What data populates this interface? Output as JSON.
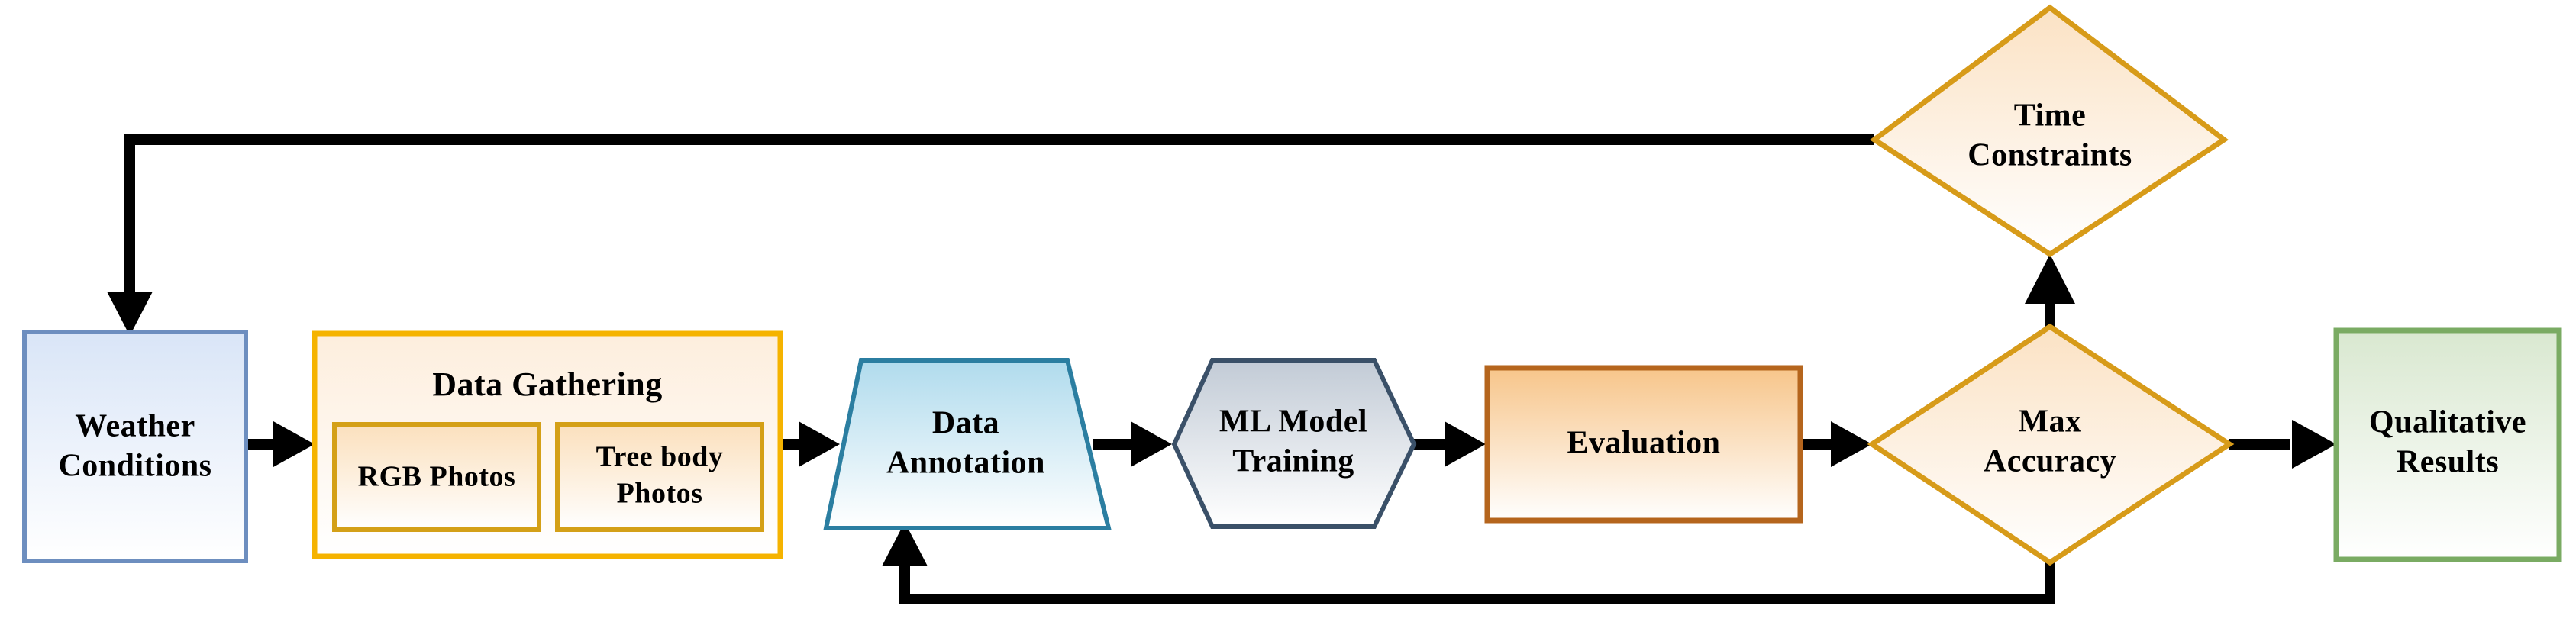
{
  "diagram": {
    "title": "Machine learning pipeline flowchart",
    "background": "#ffffff",
    "connector_color": "#000000"
  },
  "nodes": {
    "weather": {
      "label_line1": "Weather",
      "label_line2": "Conditions",
      "shape": "rectangle",
      "border_color": "#6d8ebf",
      "fill_top": "#d9e5f7",
      "fill_bottom": "#ffffff"
    },
    "data_gathering": {
      "label": "Data Gathering",
      "shape": "rectangle",
      "border_color": "#f5b300",
      "fill_top": "#fdeedd",
      "fill_bottom": "#ffffff",
      "children": [
        {
          "label_line1": "RGB Photos",
          "label_line2": "",
          "border_color": "#d4a017",
          "fill_top": "#fbe0bd",
          "fill_bottom": "#ffffff"
        },
        {
          "label_line1": "Tree body",
          "label_line2": "Photos",
          "border_color": "#d4a017",
          "fill_top": "#fbe0bd",
          "fill_bottom": "#ffffff"
        }
      ]
    },
    "data_annotation": {
      "label_line1": "Data",
      "label_line2": "Annotation",
      "shape": "trapezoid",
      "border_color": "#2b7ea1",
      "fill_top": "#b7ddee",
      "fill_bottom": "#ffffff"
    },
    "ml_model_training": {
      "label_line1": "ML Model",
      "label_line2": "Training",
      "shape": "hexagon",
      "border_color": "#3a5068",
      "fill_top": "#c2cbd6",
      "fill_bottom": "#ffffff"
    },
    "evaluation": {
      "label": "Evaluation",
      "shape": "rectangle",
      "border_color": "#b5651d",
      "fill_top": "#f7c58a",
      "fill_bottom": "#ffffff"
    },
    "max_accuracy": {
      "label_line1": "Max",
      "label_line2": "Accuracy",
      "shape": "diamond",
      "border_color": "#d79b19",
      "fill_top": "#fbe2c4",
      "fill_bottom": "#ffffff"
    },
    "time_constraints": {
      "label_line1": "Time",
      "label_line2": "Constraints",
      "shape": "diamond",
      "border_color": "#d79b19",
      "fill_top": "#fbe2c4",
      "fill_bottom": "#ffffff"
    },
    "qualitative_results": {
      "label_line1": "Qualitative",
      "label_line2": "Results",
      "shape": "rectangle",
      "border_color": "#7aab63",
      "fill_top": "#d9e8d0",
      "fill_bottom": "#ffffff"
    }
  },
  "edges": [
    {
      "from": "weather",
      "to": "data_gathering",
      "kind": "straight-right"
    },
    {
      "from": "data_gathering",
      "to": "data_annotation",
      "kind": "straight-right"
    },
    {
      "from": "data_annotation",
      "to": "ml_model_training",
      "kind": "straight-right"
    },
    {
      "from": "ml_model_training",
      "to": "evaluation",
      "kind": "straight-right"
    },
    {
      "from": "evaluation",
      "to": "max_accuracy",
      "kind": "straight-right"
    },
    {
      "from": "max_accuracy",
      "to": "qualitative_results",
      "kind": "straight-right"
    },
    {
      "from": "max_accuracy",
      "to": "time_constraints",
      "kind": "straight-up"
    },
    {
      "from": "time_constraints",
      "to": "weather",
      "kind": "feedback-top-left"
    },
    {
      "from": "max_accuracy",
      "to": "data_annotation",
      "kind": "feedback-bottom-left"
    }
  ]
}
